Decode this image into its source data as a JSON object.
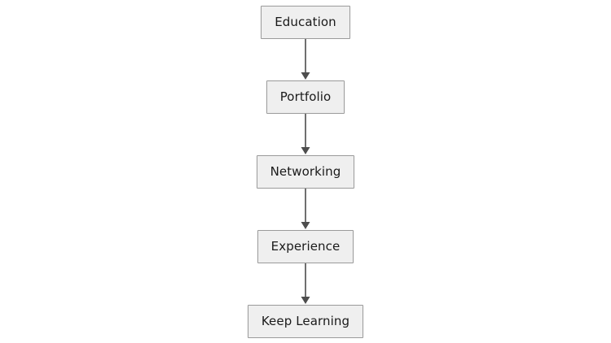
{
  "diagram": {
    "type": "flowchart",
    "orientation": "vertical-top-to-bottom",
    "background_color": "#ffffff",
    "node_fill_color": "#efefef",
    "node_border_color": "#9a9a9a",
    "node_text_color": "#1a1a1a",
    "connector_color": "#4d4d4d",
    "nodes": [
      {
        "id": "education",
        "label": "Education"
      },
      {
        "id": "portfolio",
        "label": "Portfolio"
      },
      {
        "id": "networking",
        "label": "Networking"
      },
      {
        "id": "experience",
        "label": "Experience"
      },
      {
        "id": "keep-learning",
        "label": "Keep Learning"
      }
    ],
    "connectors": [
      {
        "id": "education-to-portfolio",
        "from": "education",
        "to": "portfolio",
        "arrowhead": "filled-triangle-down"
      },
      {
        "id": "portfolio-to-networking",
        "from": "portfolio",
        "to": "networking",
        "arrowhead": "filled-triangle-down"
      },
      {
        "id": "networking-to-experience",
        "from": "networking",
        "to": "experience",
        "arrowhead": "filled-triangle-down"
      },
      {
        "id": "experience-to-keep-learning",
        "from": "experience",
        "to": "keep-learning",
        "arrowhead": "filled-triangle-down"
      }
    ]
  }
}
